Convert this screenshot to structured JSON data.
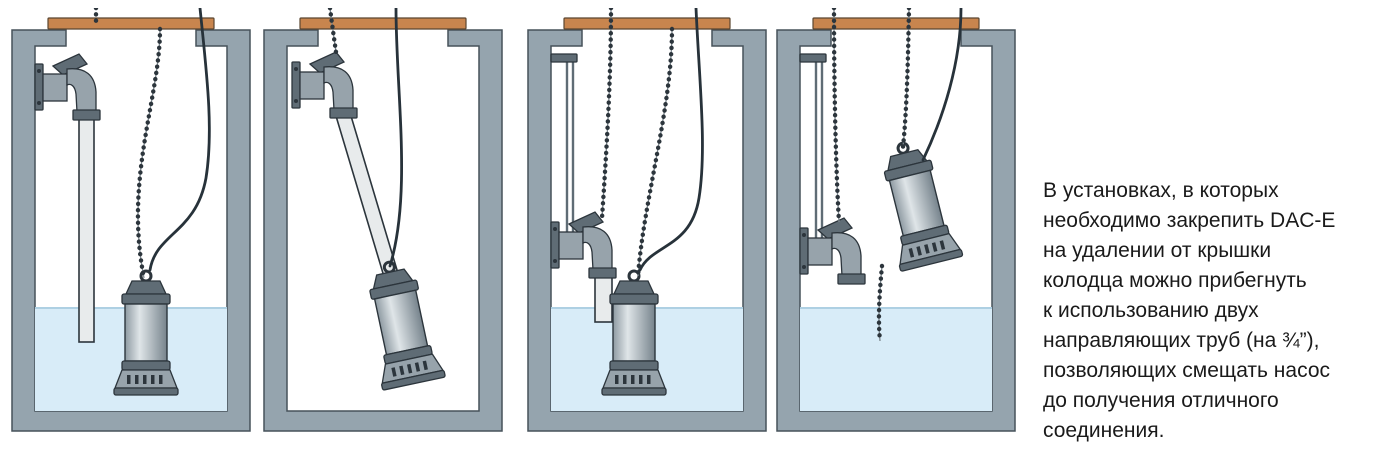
{
  "description": {
    "lines": [
      "В установках, в которых",
      "необходимо закрепить DAC-E",
      "на удалении от крышки",
      "колодца можно прибегнуть",
      "к использованию двух",
      "направляющих труб (на ¾”),",
      "позволяющих смещать насос",
      "до получения отличного",
      "соединения."
    ]
  },
  "figure": {
    "panels": [
      {
        "name": "well-pump-installed-pipe-connected-at-top"
      },
      {
        "name": "well-pump-being-lowered-on-discharge-pipe"
      },
      {
        "name": "well-pump-installed-on-guide-pipes-mid-wall-connection"
      },
      {
        "name": "well-pump-suspended-above-water-near-guide-pipes"
      }
    ]
  },
  "colors": {
    "well_wall": "#95a4ae",
    "well_outline": "#46525a",
    "water": "#d8ecf8",
    "wood_bar": "#c8854e",
    "pipe": "#e8ebec",
    "metal_mid": "#97a3ab",
    "metal_deep": "#5f6c75",
    "metal_dark": "#2c353c",
    "cable": "#27323a",
    "text": "#1a1a1a",
    "bg": "#ffffff"
  }
}
